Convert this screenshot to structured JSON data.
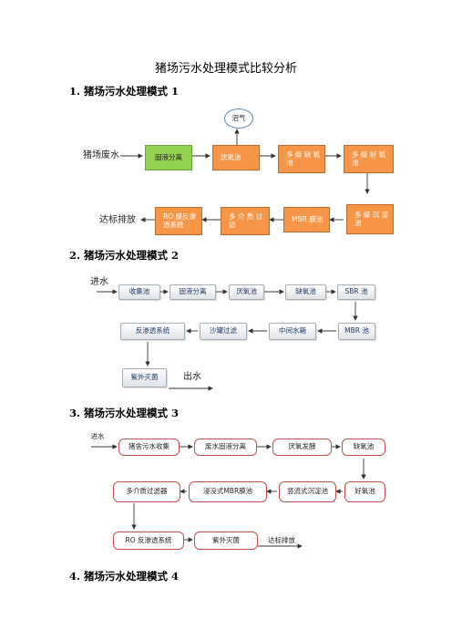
{
  "doc_title": "猪场污水处理模式比较分析",
  "sections": [
    {
      "heading": "1. 猪场污水处理模式 1"
    },
    {
      "heading": "2. 猪场污水处理模式 2"
    },
    {
      "heading": "3. 猪场污水处理模式 3"
    },
    {
      "heading": "4. 猪场污水处理模式 4"
    }
  ],
  "mode1": {
    "input": "猪场废水",
    "biogas": "沼气",
    "separation": "固液分离",
    "anaerobic": "厌氧池",
    "multi_anoxic": "多 级 缺 氧\n池",
    "multi_aerobic": "多 级 好 氧\n池",
    "multi_settling": "多 级 沉 淀\n池",
    "mbr": "MBR 膜池",
    "multi_media": "多 介 质 过\n滤",
    "ro": "RO 膜反渗\n透系统",
    "output": "达标排放"
  },
  "mode2": {
    "input": "进水",
    "collect": "收集池",
    "separation": "固液分离",
    "anaerobic": "厌氧池",
    "anoxic": "缺氧池",
    "sbr": "SBR 池",
    "mbr": "MBR 池",
    "middle_tank": "中间水箱",
    "sand_filter": "沙罐过滤",
    "ro": "反渗透系统",
    "uv": "紫外灭菌",
    "output": "出水"
  },
  "mode3": {
    "input": "进水",
    "collect": "猪舍污水收集",
    "separation": "废水固液分离",
    "ferment": "厌氧发酵",
    "anoxic": "缺氧池",
    "aerobic": "好氧池",
    "settling": "竖流式沉淀池",
    "mbr": "浸没式MBR膜池",
    "multi_media": "多介质过滤器",
    "ro": "RO 反渗透系统",
    "uv": "紫外灭菌",
    "output": "达标排放"
  }
}
